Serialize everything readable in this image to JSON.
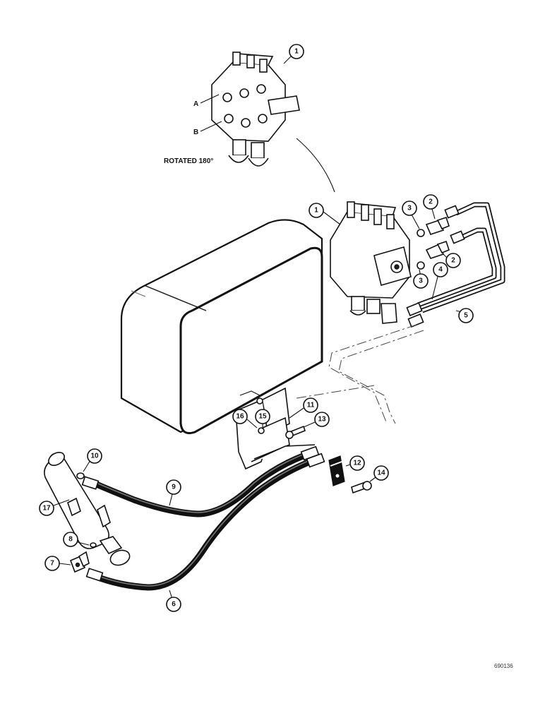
{
  "callouts": {
    "c1a": "1",
    "c1b": "1",
    "c2a": "2",
    "c2b": "2",
    "c3a": "3",
    "c3b": "3",
    "c4": "4",
    "c5": "5",
    "c6": "6",
    "c7": "7",
    "c8": "8",
    "c9": "9",
    "c10": "10",
    "c11": "11",
    "c12": "12",
    "c13": "13",
    "c14": "14",
    "c15": "15",
    "c16": "16",
    "c17": "17"
  },
  "labels": {
    "port_a": "A",
    "port_b": "B",
    "rotated": "ROTATED 180°"
  },
  "figure_ref": "690136"
}
